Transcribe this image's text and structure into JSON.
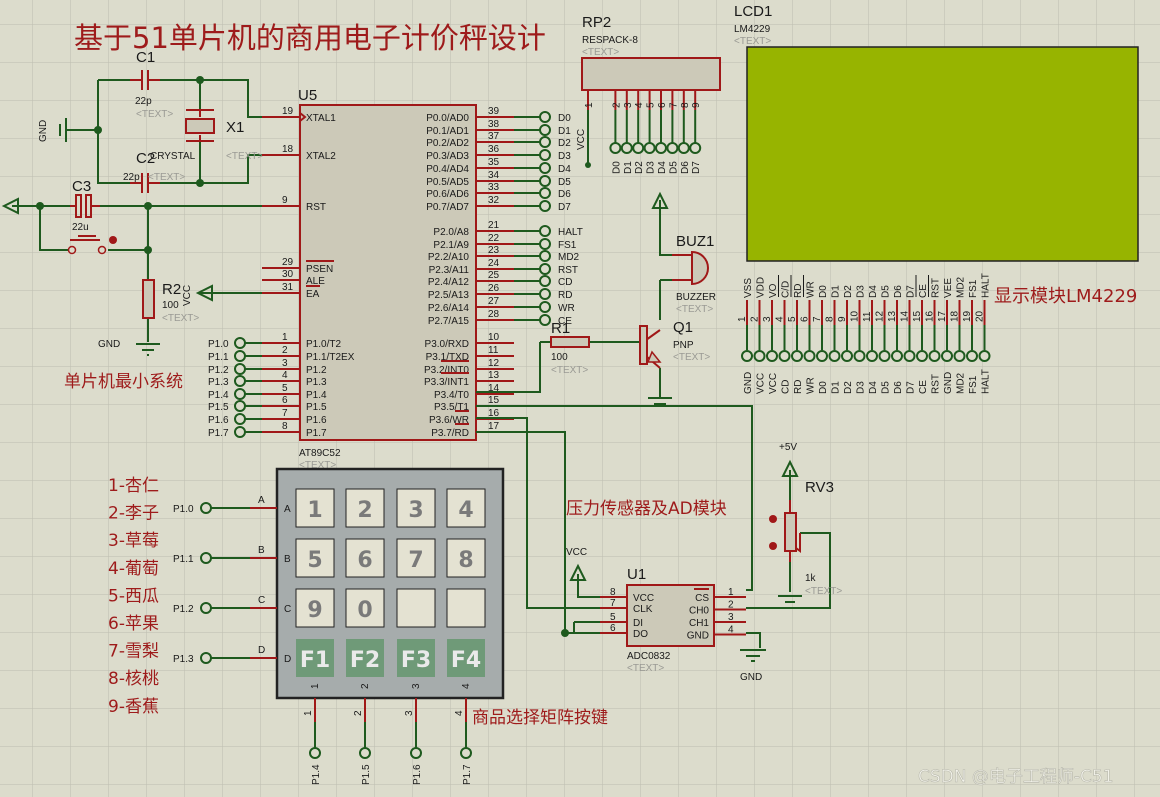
{
  "title": "基于51单片机的商用电子计价秤设计",
  "notes": {
    "mcu": "单片机最小系统",
    "display": "显示模块LM4229",
    "adc": "压力传感器及AD模块",
    "keypad": "商品选择矩阵按键",
    "watermark": "CSDN @电子工程师-C51"
  },
  "placeholder": "<TEXT>",
  "products": [
    "1-杏仁",
    "2-李子",
    "3-草莓",
    "4-葡萄",
    "5-西瓜",
    "6-苹果",
    "7-雪梨",
    "8-核桃",
    "9-香蕉"
  ],
  "components": {
    "c1": {
      "ref": "C1",
      "value": "22p"
    },
    "c2": {
      "ref": "C2",
      "value": "22p"
    },
    "c3": {
      "ref": "C3",
      "value": "22u"
    },
    "x1": {
      "ref": "X1",
      "value": "CRYSTAL"
    },
    "r2": {
      "ref": "R2",
      "value": "100"
    },
    "r1": {
      "ref": "R1",
      "value": "100"
    },
    "u5": {
      "ref": "U5",
      "value": "AT89C52"
    },
    "rp2": {
      "ref": "RP2",
      "value": "RESPACK-8"
    },
    "lcd1": {
      "ref": "LCD1",
      "value": "LM4229"
    },
    "buz1": {
      "ref": "BUZ1",
      "value": "BUZZER"
    },
    "q1": {
      "ref": "Q1",
      "value": "PNP"
    },
    "u1": {
      "ref": "U1",
      "value": "ADC0832"
    },
    "rv3": {
      "ref": "RV3",
      "value": "1k"
    }
  },
  "power": {
    "gnd": "GND",
    "vcc": "VCC",
    "plus5": "+5V"
  },
  "u5_left_pins": [
    {
      "num": "19",
      "name": "XTAL1"
    },
    {
      "num": "18",
      "name": "XTAL2"
    },
    {
      "num": "9",
      "name": "RST"
    },
    {
      "num": "29",
      "name": "PSEN"
    },
    {
      "num": "30",
      "name": "ALE"
    },
    {
      "num": "31",
      "name": "EA"
    },
    {
      "num": "1",
      "name": "P1.0/T2",
      "net": "P1.0"
    },
    {
      "num": "2",
      "name": "P1.1/T2EX",
      "net": "P1.1"
    },
    {
      "num": "3",
      "name": "P1.2",
      "net": "P1.2"
    },
    {
      "num": "4",
      "name": "P1.3",
      "net": "P1.3"
    },
    {
      "num": "5",
      "name": "P1.4",
      "net": "P1.4"
    },
    {
      "num": "6",
      "name": "P1.5",
      "net": "P1.5"
    },
    {
      "num": "7",
      "name": "P1.6",
      "net": "P1.6"
    },
    {
      "num": "8",
      "name": "P1.7",
      "net": "P1.7"
    }
  ],
  "u5_right_pins": [
    {
      "num": "39",
      "name": "P0.0/AD0",
      "net": "D0"
    },
    {
      "num": "38",
      "name": "P0.1/AD1",
      "net": "D1"
    },
    {
      "num": "37",
      "name": "P0.2/AD2",
      "net": "D2"
    },
    {
      "num": "36",
      "name": "P0.3/AD3",
      "net": "D3"
    },
    {
      "num": "35",
      "name": "P0.4/AD4",
      "net": "D4"
    },
    {
      "num": "34",
      "name": "P0.5/AD5",
      "net": "D5"
    },
    {
      "num": "33",
      "name": "P0.6/AD6",
      "net": "D6"
    },
    {
      "num": "32",
      "name": "P0.7/AD7",
      "net": "D7"
    },
    {
      "num": "21",
      "name": "P2.0/A8",
      "net": "HALT"
    },
    {
      "num": "22",
      "name": "P2.1/A9",
      "net": "FS1"
    },
    {
      "num": "23",
      "name": "P2.2/A10",
      "net": "MD2"
    },
    {
      "num": "24",
      "name": "P2.3/A11",
      "net": "RST"
    },
    {
      "num": "25",
      "name": "P2.4/A12",
      "net": "CD"
    },
    {
      "num": "26",
      "name": "P2.5/A13",
      "net": "RD"
    },
    {
      "num": "27",
      "name": "P2.6/A14",
      "net": "WR"
    },
    {
      "num": "28",
      "name": "P2.7/A15",
      "net": "CE"
    },
    {
      "num": "10",
      "name": "P3.0/RXD"
    },
    {
      "num": "11",
      "name": "P3.1/TXD"
    },
    {
      "num": "12",
      "name": "P3.2/INT0"
    },
    {
      "num": "13",
      "name": "P3.3/INT1"
    },
    {
      "num": "14",
      "name": "P3.4/T0"
    },
    {
      "num": "15",
      "name": "P3.5/T1"
    },
    {
      "num": "16",
      "name": "P3.6/WR"
    },
    {
      "num": "17",
      "name": "P3.7/RD"
    }
  ],
  "rp2_pins": {
    "nums": [
      "1",
      "2",
      "3",
      "4",
      "5",
      "6",
      "7",
      "8",
      "9"
    ],
    "nets": [
      "VCC",
      "D0",
      "D1",
      "D2",
      "D3",
      "D4",
      "D5",
      "D6",
      "D7"
    ]
  },
  "lcd_pins": {
    "names": [
      "VSS",
      "VDD",
      "VO",
      "C/D",
      "RD",
      "WR",
      "D0",
      "D1",
      "D2",
      "D3",
      "D4",
      "D5",
      "D6",
      "D7",
      "CE",
      "RST",
      "VEE",
      "MD2",
      "FS1",
      "HALT"
    ],
    "nums": [
      "1",
      "2",
      "3",
      "4",
      "5",
      "6",
      "7",
      "8",
      "9",
      "10",
      "11",
      "12",
      "13",
      "14",
      "15",
      "16",
      "17",
      "18",
      "19",
      "20"
    ],
    "nets": [
      "GND",
      "VCC",
      "VCC",
      "CD",
      "RD",
      "WR",
      "D0",
      "D1",
      "D2",
      "D3",
      "D4",
      "D5",
      "D6",
      "D7",
      "CE",
      "RST",
      "GND",
      "MD2",
      "FS1",
      "HALT"
    ]
  },
  "adc_pins": {
    "left": [
      {
        "num": "8",
        "name": "VCC"
      },
      {
        "num": "7",
        "name": "CLK"
      },
      {
        "num": "5",
        "name": "DI"
      },
      {
        "num": "6",
        "name": "DO"
      }
    ],
    "right": [
      {
        "num": "1",
        "name": "CS"
      },
      {
        "num": "2",
        "name": "CH0"
      },
      {
        "num": "3",
        "name": "CH1"
      },
      {
        "num": "4",
        "name": "GND"
      }
    ]
  },
  "keypad": {
    "rows": [
      {
        "label": "A",
        "net": "P1.0",
        "keys": [
          "1",
          "2",
          "3",
          "4"
        ]
      },
      {
        "label": "B",
        "net": "P1.1",
        "keys": [
          "5",
          "6",
          "7",
          "8"
        ]
      },
      {
        "label": "C",
        "net": "P1.2",
        "keys": [
          "9",
          "0",
          "",
          ""
        ]
      },
      {
        "label": "D",
        "net": "P1.3",
        "keys": [
          "F1",
          "F2",
          "F3",
          "F4"
        ]
      }
    ],
    "cols": [
      {
        "num": "1",
        "net": "P1.4"
      },
      {
        "num": "2",
        "net": "P1.5"
      },
      {
        "num": "3",
        "net": "P1.6"
      },
      {
        "num": "4",
        "net": "P1.7"
      }
    ],
    "colors": {
      "green_key": "#86b882",
      "blue_key": "#0a93cc",
      "fkey": "#6f9a78"
    }
  },
  "colors": {
    "lcd_screen": "#97b400",
    "wire": "#1e5a1e",
    "pin": "#a01818",
    "note": "#9e1b1b",
    "background": "#dcdccc"
  }
}
